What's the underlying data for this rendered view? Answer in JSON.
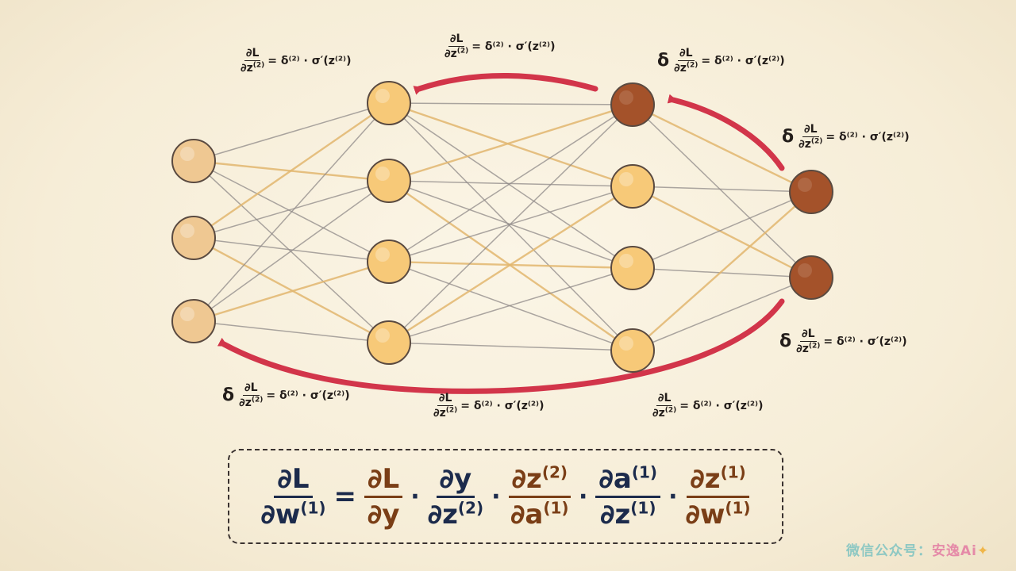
{
  "network": {
    "layer1": [
      {
        "name": "input-node-1",
        "tone": "pale"
      },
      {
        "name": "input-node-2",
        "tone": "pale"
      },
      {
        "name": "input-node-3",
        "tone": "pale"
      }
    ],
    "layer2": [
      {
        "name": "hidden1-node-1",
        "tone": "yellow"
      },
      {
        "name": "hidden1-node-2",
        "tone": "yellow"
      },
      {
        "name": "hidden1-node-3",
        "tone": "yellow"
      },
      {
        "name": "hidden1-node-4",
        "tone": "yellow"
      }
    ],
    "layer3": [
      {
        "name": "hidden2-node-1",
        "tone": "dark"
      },
      {
        "name": "hidden2-node-2",
        "tone": "yellow"
      },
      {
        "name": "hidden2-node-3",
        "tone": "yellow"
      },
      {
        "name": "hidden2-node-4",
        "tone": "yellow"
      }
    ],
    "layer4": [
      {
        "name": "output-node-1",
        "tone": "dark"
      },
      {
        "name": "output-node-2",
        "tone": "dark"
      }
    ]
  },
  "colors": {
    "pale": "#efc892",
    "yellow": "#f7c978",
    "dark": "#a4522a",
    "stroke": "#5a4a40",
    "edge_gray": "#8f8a88",
    "edge_gold": "#e2b66e",
    "arrow": "#d2354a"
  },
  "labels": {
    "delta": "δ",
    "num": "∂L",
    "den_base": "∂z",
    "den_sup": "(2)",
    "rhs": "= δ⁽²⁾ · σ′(z⁽²⁾)"
  },
  "chain": {
    "lhs_num": "∂L",
    "lhs_den": "∂w",
    "lhs_den_sup": "(1)",
    "equals": "=",
    "dot": "·",
    "t1_num": "∂L",
    "t1_den": "∂y",
    "t2_num": "∂y",
    "t2_den": "∂z",
    "t2_den_sup": "(2)",
    "t3_num": "∂z",
    "t3_num_sup": "(2)",
    "t3_den": "∂a",
    "t3_den_sup": "(1)",
    "t4_num": "∂a",
    "t4_num_sup": "(1)",
    "t4_den": "∂z",
    "t4_den_sup": "(1)",
    "t5_num": "∂z",
    "t5_num_sup": "(1)",
    "t5_den": "∂w",
    "t5_den_sup": "(1)"
  },
  "watermark": {
    "prefix": "微信公众号：",
    "brand": "安逸Ai",
    "star": "✦"
  }
}
